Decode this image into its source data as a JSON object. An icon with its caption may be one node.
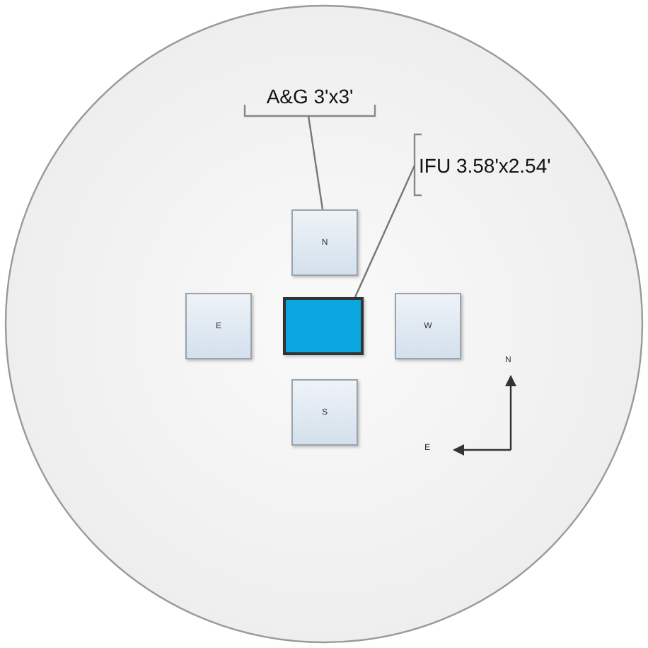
{
  "diagram": {
    "nodes": [
      {
        "text": [
          "A&G 3'x3'"
        ]
      },
      {
        "text": [
          "IFU 3.58'x2.54'"
        ]
      },
      {
        "text": [
          "N"
        ]
      },
      {
        "text": [
          "E"
        ]
      },
      {
        "text": [],
        "shape": "box"
      },
      {
        "text": [
          "W"
        ]
      },
      {
        "text": [
          "S"
        ]
      }
    ],
    "edges": [
      {
        "from": 0,
        "to": 2,
        "arrow": "none"
      },
      {
        "from": 1,
        "to": 4,
        "arrow": "none"
      }
    ],
    "labels": [
      "N",
      "E"
    ]
  }
}
